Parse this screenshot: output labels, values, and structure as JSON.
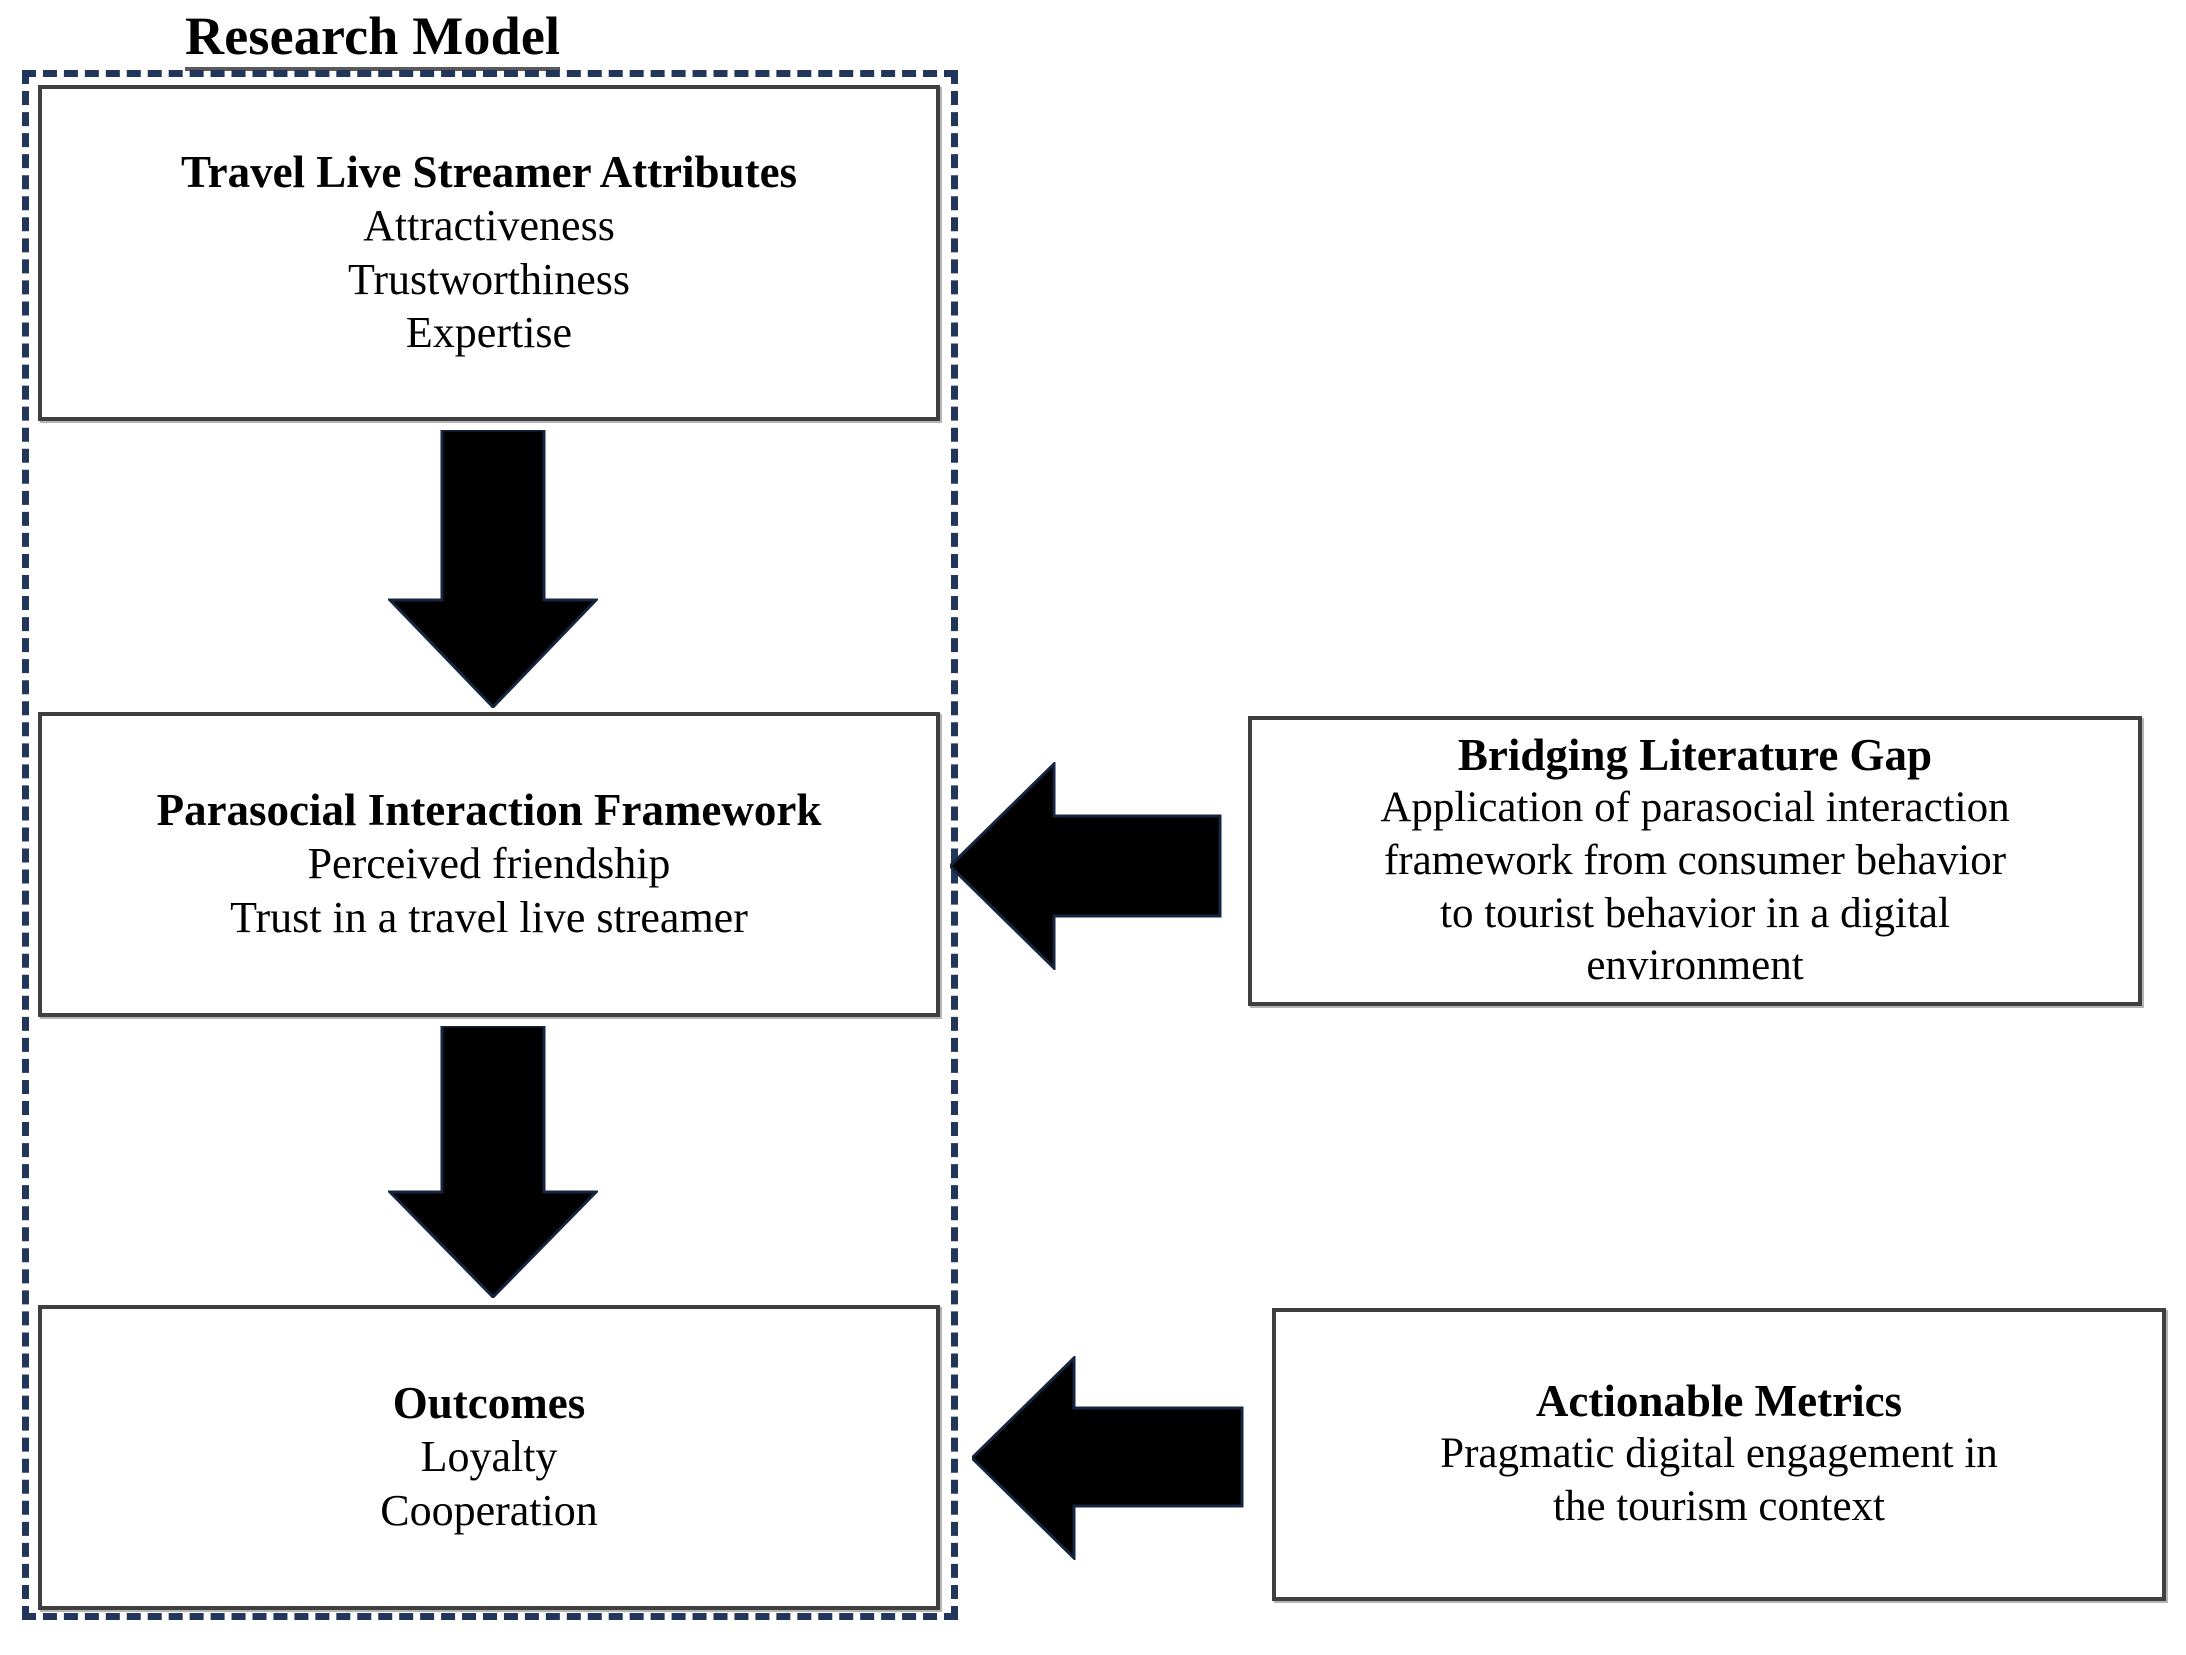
{
  "title": "Research Model",
  "boundary": {
    "label": "research-model-boundary",
    "border_color": "#22365C",
    "style": "dashed"
  },
  "boxes": {
    "attributes": {
      "title": "Travel Live Streamer Attributes",
      "lines": [
        "Attractiveness",
        "Trustworthiness",
        "Expertise"
      ]
    },
    "framework": {
      "title": "Parasocial Interaction Framework",
      "lines": [
        "Perceived friendship",
        "Trust in a travel live streamer"
      ]
    },
    "outcomes": {
      "title": "Outcomes",
      "lines": [
        "Loyalty",
        "Cooperation"
      ]
    },
    "literature_gap": {
      "title": "Bridging Literature Gap",
      "lines": [
        "Application of parasocial interaction",
        "framework from consumer behavior",
        "to tourist behavior in a digital",
        "environment"
      ]
    },
    "actionable_metrics": {
      "title": "Actionable Metrics",
      "lines": [
        "Pragmatic digital engagement in",
        "the tourism context"
      ]
    }
  },
  "arrows": [
    {
      "name": "arrow-down-attributes-to-framework",
      "direction": "down",
      "color": "#000000"
    },
    {
      "name": "arrow-down-framework-to-outcomes",
      "direction": "down",
      "color": "#000000"
    },
    {
      "name": "arrow-left-gap-to-framework",
      "direction": "left",
      "color": "#000000"
    },
    {
      "name": "arrow-left-metrics-to-outcomes",
      "direction": "left",
      "color": "#000000"
    }
  ],
  "colors": {
    "boundary_dashed": "#22365C",
    "box_border": "#3F3F3F",
    "arrow_fill": "#000000",
    "text": "#000000",
    "title_underline": "#5A5A5A"
  }
}
